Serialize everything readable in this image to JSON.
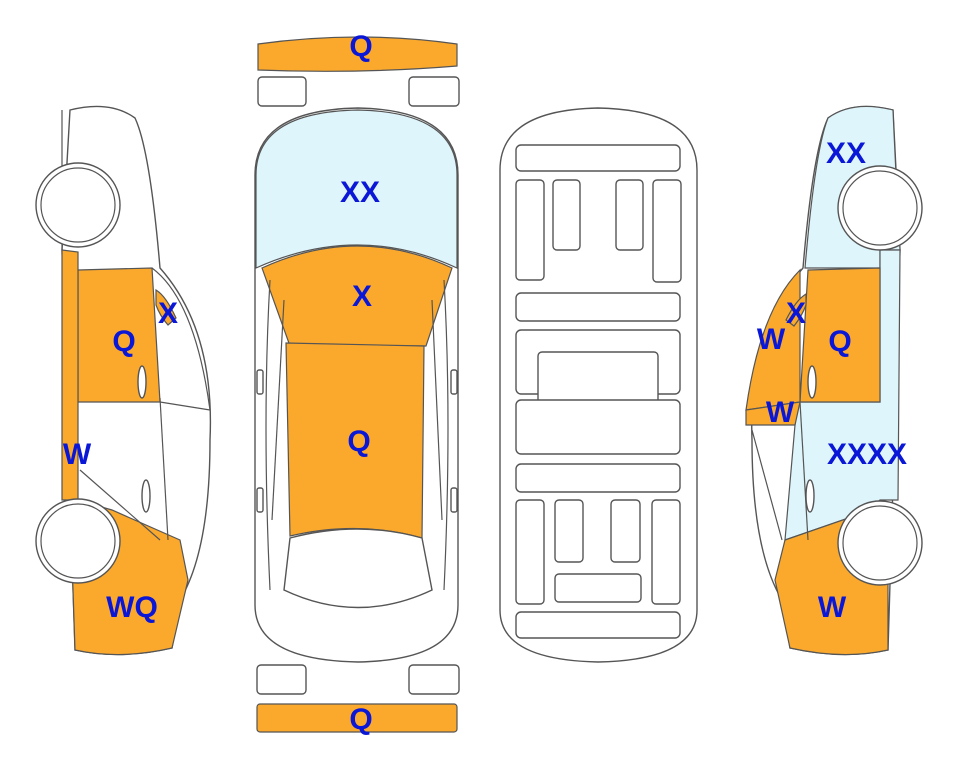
{
  "colors": {
    "damaged": "#fba92d",
    "glass": "#def5fb",
    "outline": "#555555",
    "label": "#0a17d6",
    "background": "#ffffff"
  },
  "marks": {
    "front_bumper": "Q",
    "windshield": "XX",
    "hood_front": "X",
    "hood_main": "Q",
    "rear_bumper": "Q",
    "left_rear_window": "X",
    "left_rear_door": "Q",
    "left_front_door": "W",
    "left_front_fender": "WQ",
    "right_glass_top": "XX",
    "right_rear_window": "X",
    "right_pillar": "W",
    "right_rear_door": "Q",
    "right_sill": "W",
    "right_front_door": "XXXX",
    "right_front_fender": "W"
  }
}
